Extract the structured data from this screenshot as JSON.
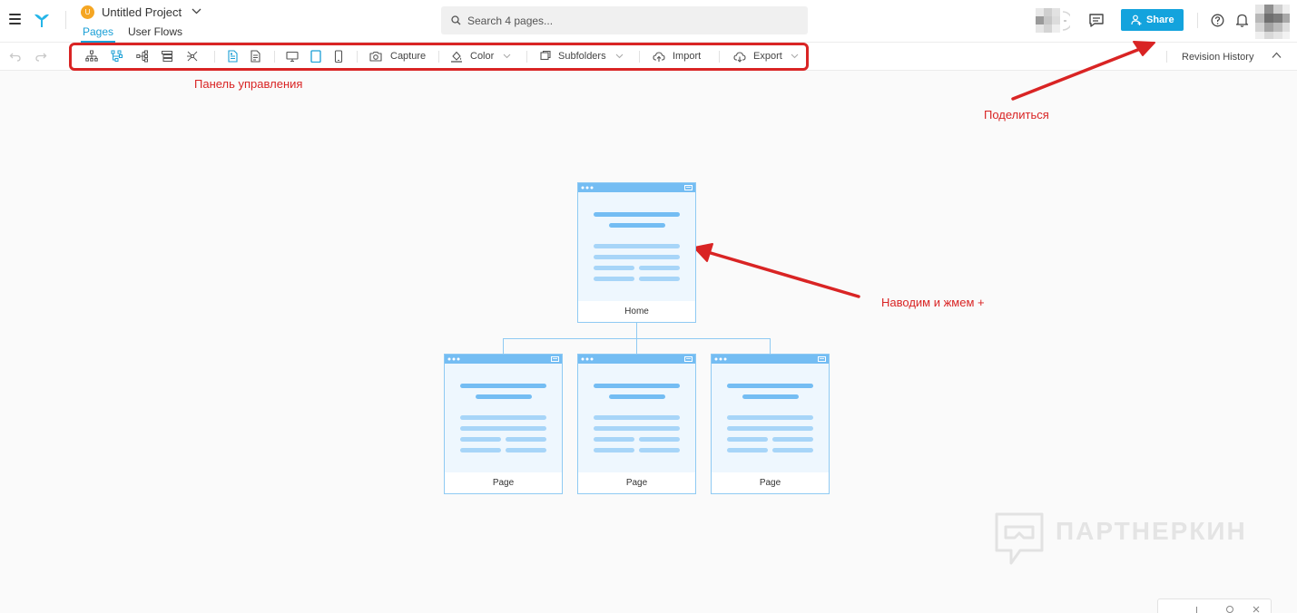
{
  "header": {
    "project_initial": "U",
    "project_title": "Untitled Project",
    "tabs": [
      {
        "label": "Pages",
        "active": true
      },
      {
        "label": "User Flows",
        "active": false
      }
    ],
    "search_placeholder": "Search 4 pages...",
    "share_label": "Share",
    "accent_color": "#13a3dd"
  },
  "toolbar": {
    "capture_label": "Capture",
    "color_label": "Color",
    "subfolders_label": "Subfolders",
    "import_label": "Import",
    "export_label": "Export",
    "revision_label": "Revision History"
  },
  "annotations": {
    "toolbar_note": "Панель управления",
    "share_note": "Поделиться",
    "hover_note": "Наводим и жмем +",
    "color": "#d92424"
  },
  "sitemap": {
    "root": {
      "label": "Home"
    },
    "children": [
      {
        "label": "Page"
      },
      {
        "label": "Page"
      },
      {
        "label": "Page"
      }
    ]
  },
  "watermark": "ПАРТНЕРКИН"
}
